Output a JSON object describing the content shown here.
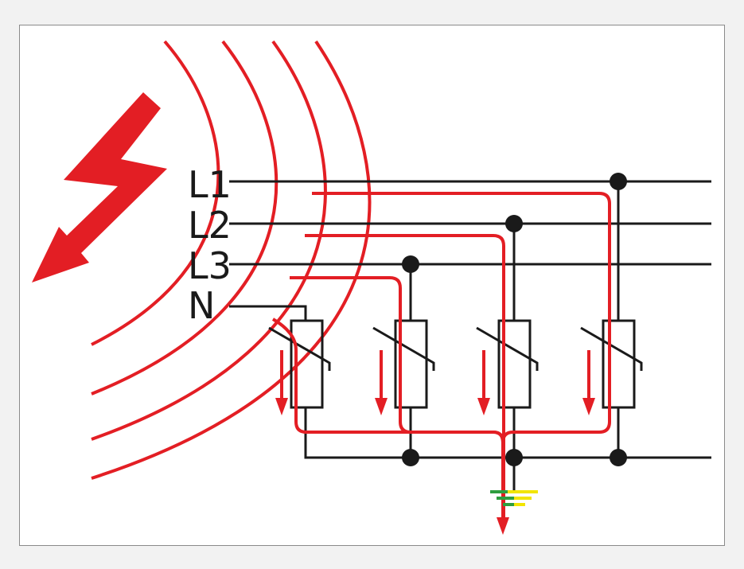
{
  "labels": {
    "l1": "L1",
    "l2": "L2",
    "l3": "L3",
    "n": "N"
  },
  "colors": {
    "wire": "#1a1a1a",
    "surge": "#e31e24",
    "lightning": "#e31e24",
    "earth_green": "#2e9e3e",
    "earth_yellow": "#f2e500",
    "background": "#ffffff"
  },
  "icons": {
    "lightning": "lightning-bolt-icon",
    "ground": "earth-ground-icon",
    "varistor": "varistor-icon"
  }
}
